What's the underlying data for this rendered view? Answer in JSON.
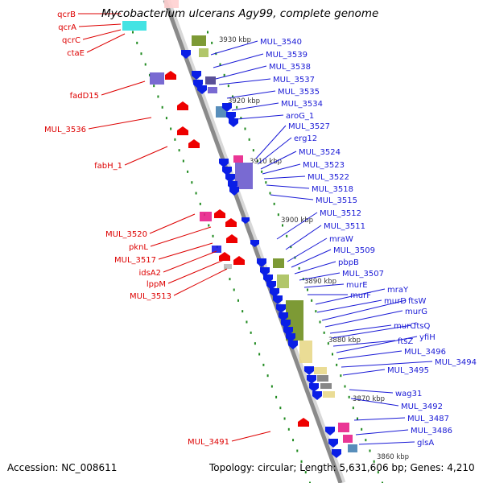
{
  "title": "Mycobacterium ulcerans Agy99, complete genome",
  "accession": "Accession: NC_008611",
  "topology": "Topology: circular; Length: 5,631,606 bp; Genes: 4,210",
  "colors": {
    "backbone": "#8a8a8a",
    "left_label": "#dd0000",
    "right_label": "#1a1ad6",
    "left_gene": "#ee0000",
    "right_gene": "#0a1ee6",
    "tick": "#1f8a1f",
    "feature_olive": "#6f8f1f",
    "feature_olive_light": "#a8c05a",
    "feature_purple": "#6a5acd",
    "feature_purple_dark": "#483d8b",
    "feature_steel": "#4682b4",
    "feature_pink": "#e8208a",
    "feature_khaki": "#e8d88a",
    "feature_gray": "#7a7a7a",
    "feature_cyan": "#30e0e0"
  },
  "scale_labels": [
    "3930 kbp",
    "3920 kbp",
    "3910 kbp",
    "3900 kbp",
    "3890 kbp",
    "3880 kbp",
    "3870 kbp",
    "3860 kbp"
  ],
  "left_labels": [
    "qcrB",
    "qcrA",
    "qcrC",
    "ctaE",
    "fadD15",
    "MUL_3536",
    "fabH_1",
    "MUL_3520",
    "pknL",
    "MUL_3517",
    "idsA2",
    "lppM",
    "MUL_3513",
    "MUL_3491"
  ],
  "right_labels": [
    "MUL_3540",
    "MUL_3539",
    "MUL_3538",
    "MUL_3537",
    "MUL_3535",
    "MUL_3534",
    "aroG_1",
    "MUL_3527",
    "erg12",
    "MUL_3524",
    "MUL_3523",
    "MUL_3522",
    "MUL_3518",
    "MUL_3515",
    "MUL_3512",
    "MUL_3511",
    "mraW",
    "MUL_3509",
    "pbpB",
    "MUL_3507",
    "murE",
    "murF",
    "mraY",
    "murD",
    "ftsW",
    "murG",
    "murC",
    "ftsQ",
    "ftsZ",
    "yfiH",
    "MUL_3496",
    "MUL_3494",
    "MUL_3495",
    "wag31",
    "MUL_3492",
    "MUL_3487",
    "MUL_3486",
    "glsA"
  ]
}
